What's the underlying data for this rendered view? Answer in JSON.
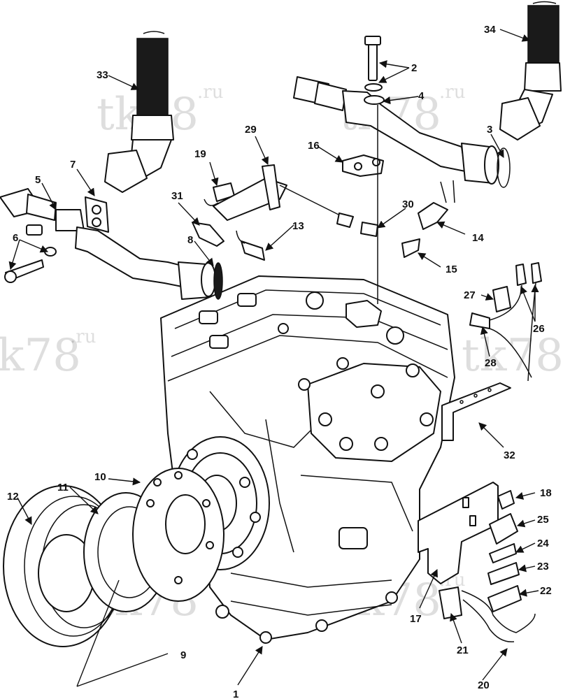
{
  "diagram": {
    "watermark": "tk78",
    "watermark_suffix": ".ru",
    "callouts": [
      {
        "id": "c1",
        "label": "1"
      },
      {
        "id": "c2",
        "label": "2"
      },
      {
        "id": "c3",
        "label": "3"
      },
      {
        "id": "c4",
        "label": "4"
      },
      {
        "id": "c5",
        "label": "5"
      },
      {
        "id": "c6",
        "label": "6"
      },
      {
        "id": "c7",
        "label": "7"
      },
      {
        "id": "c8",
        "label": "8"
      },
      {
        "id": "c9",
        "label": "9"
      },
      {
        "id": "c10",
        "label": "10"
      },
      {
        "id": "c11",
        "label": "11"
      },
      {
        "id": "c12",
        "label": "12"
      },
      {
        "id": "c13",
        "label": "13"
      },
      {
        "id": "c14",
        "label": "14"
      },
      {
        "id": "c15",
        "label": "15"
      },
      {
        "id": "c16",
        "label": "16"
      },
      {
        "id": "c17",
        "label": "17"
      },
      {
        "id": "c18",
        "label": "18"
      },
      {
        "id": "c19",
        "label": "19"
      },
      {
        "id": "c20",
        "label": "20"
      },
      {
        "id": "c21",
        "label": "21"
      },
      {
        "id": "c22",
        "label": "22"
      },
      {
        "id": "c23",
        "label": "23"
      },
      {
        "id": "c24",
        "label": "24"
      },
      {
        "id": "c25",
        "label": "25"
      },
      {
        "id": "c26",
        "label": "26"
      },
      {
        "id": "c27",
        "label": "27"
      },
      {
        "id": "c28",
        "label": "28"
      },
      {
        "id": "c29",
        "label": "29"
      },
      {
        "id": "c30",
        "label": "30"
      },
      {
        "id": "c31",
        "label": "31"
      },
      {
        "id": "c32",
        "label": "32"
      },
      {
        "id": "c33",
        "label": "33"
      },
      {
        "id": "c34",
        "label": "34"
      }
    ]
  }
}
